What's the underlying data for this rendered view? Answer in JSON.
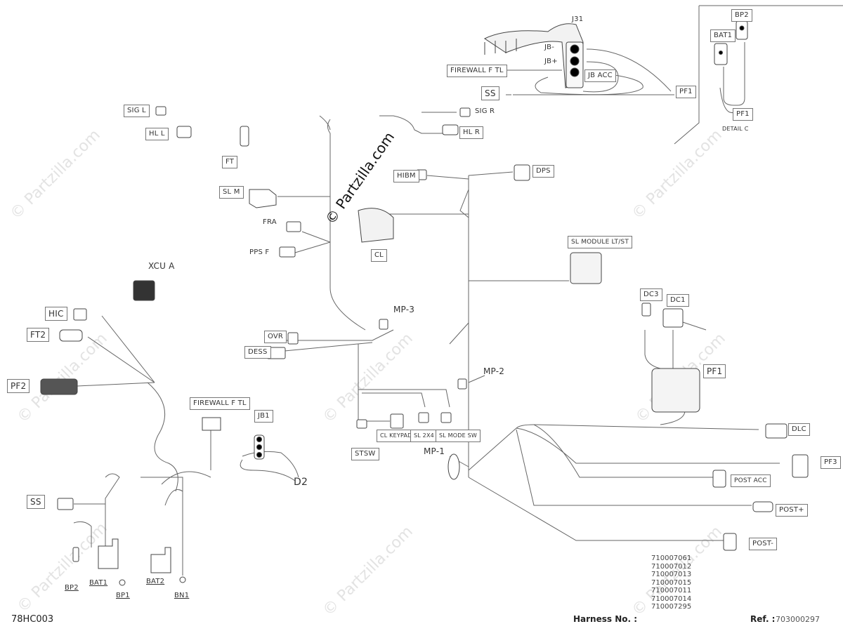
{
  "watermark": {
    "main": "© Partzilla.com",
    "faint": "© Partzilla.com"
  },
  "labels": {
    "j31": "J31",
    "bp2_top": "BP2",
    "bat1_top": "BAT1",
    "jb_minus": "JB-",
    "jb_plus": "JB+",
    "jb_acc": "JB ACC",
    "firewall_top": "FIREWALL F TL",
    "ss_top": "SS",
    "pf1_top": "PF1",
    "pf1_detail": "PF1",
    "detail_c": "DETAIL C",
    "sig_l": "SIG L",
    "hl_l": "HL L",
    "ft": "FT",
    "sig_r": "SIG R",
    "hl_r": "HL R",
    "hibm": "HIBM",
    "dps": "DPS",
    "sl_m": "SL M",
    "fra": "FRA",
    "pps_f": "PPS F",
    "cl": "CL",
    "sl_module": "SL MODULE LT/ST",
    "xcu_a": "XCU A",
    "dc3": "DC3",
    "dc1": "DC1",
    "hic": "HIC",
    "ft2": "FT2",
    "mp3": "MP-3",
    "ovr": "OVR",
    "dess": "DESS",
    "pf2": "PF2",
    "mp2": "MP-2",
    "pf1_mid": "PF1",
    "firewall_bottom": "FIREWALL F TL",
    "jb1": "JB1",
    "d2": "D2",
    "stsw": "STSW",
    "cl_keypad": "CL KEYPAD",
    "sl_2x4": "SL 2X4",
    "sl_mode_sw": "SL MODE SW",
    "mp1": "MP-1",
    "dlc": "DLC",
    "pf3": "PF3",
    "post_acc": "POST ACC",
    "post_plus": "POST+",
    "post_minus": "POST-",
    "ss_bottom": "SS",
    "bp2_bottom": "BP2",
    "bat1_bottom": "BAT1",
    "bp1": "BP1",
    "bat2": "BAT2",
    "bn1": "BN1"
  },
  "footer": {
    "code": "78HC003",
    "harness_label": "Harness No. :",
    "harness_numbers": [
      "710007061",
      "710007012",
      "710007013",
      "710007015",
      "710007011",
      "710007014",
      "710007295"
    ],
    "ref_label": "Ref. :",
    "ref_value": "703000297"
  }
}
